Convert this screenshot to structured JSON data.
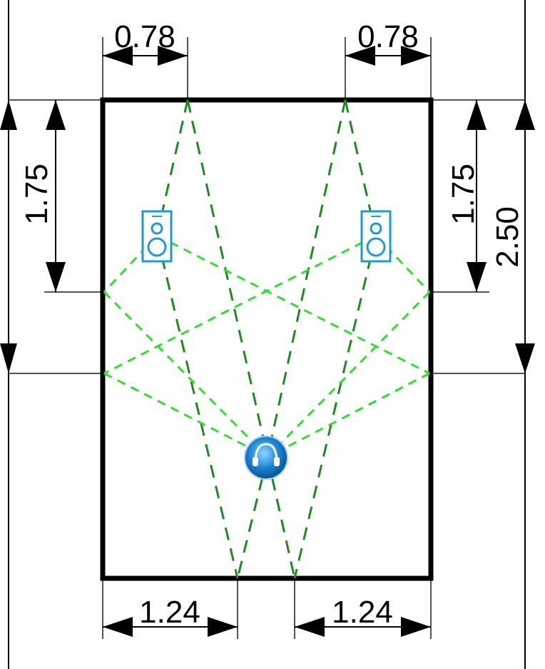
{
  "dimensions": {
    "top_left": "0.78",
    "top_right": "0.78",
    "left_side": "1.75",
    "right_side": "1.75",
    "right_total": "2.50",
    "bottom_left": "1.24",
    "bottom_right": "1.24"
  },
  "colors": {
    "room_wall": "#000000",
    "dimension_line": "#000000",
    "ray_primary": "#1f8a1f",
    "ray_reflection": "#33dd33",
    "speaker": "#1e9ad6",
    "listener": "#1e88d6"
  },
  "icons": {
    "left_speaker": "speaker-icon",
    "right_speaker": "speaker-icon",
    "listener": "listener-headphones-icon"
  }
}
